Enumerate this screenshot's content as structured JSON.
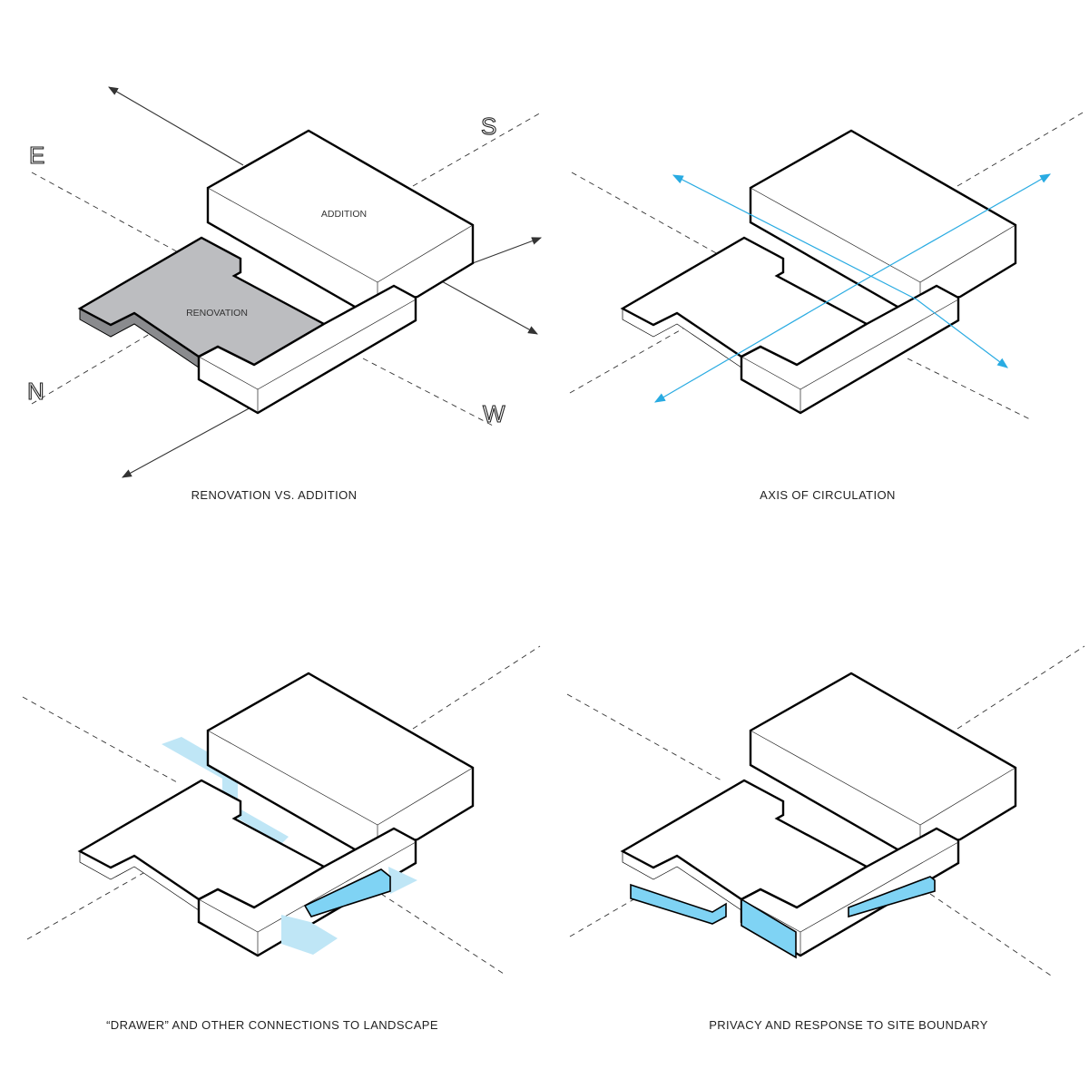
{
  "panels": [
    {
      "caption": "RENOVATION VS. ADDITION",
      "labels": {
        "addition": "ADDITION",
        "renovation": "RENOVATION"
      },
      "compass": {
        "east": "E",
        "south": "S",
        "north": "N",
        "west": "W"
      }
    },
    {
      "caption": "AXIS OF CIRCULATION"
    },
    {
      "caption": "“DRAWER” AND OTHER CONNECTIONS TO LANDSCAPE"
    },
    {
      "caption": "PRIVACY AND RESPONSE TO SITE BOUNDARY"
    }
  ],
  "colors": {
    "renovation": "#bcbdc0",
    "accent_blue": "#29abe2",
    "light_blue": "#bfe6f6",
    "mid_blue": "#7fd3f4"
  }
}
